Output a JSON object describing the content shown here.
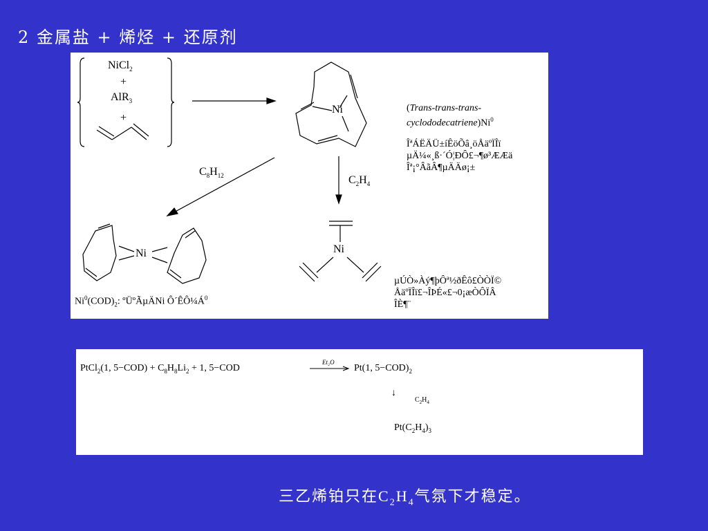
{
  "slide": {
    "title": "2  金属盐 + 烯烃 + 还原剂",
    "caption_prefix": "三乙烯铂只在C",
    "caption_sub1": "2",
    "caption_mid": "H",
    "caption_sub2": "4",
    "caption_suffix": "气氛下才稳定。"
  },
  "panel1": {
    "reactant_nicl": "NiCl",
    "reactant_nicl_sub": "2",
    "plus": "+",
    "reactant_alr": "AlR",
    "reactant_alr_sub": "3",
    "ni_label": "Ni",
    "cdt_name_line1_open": "(",
    "cdt_name_line1_italic": "Trans-trans-trans-",
    "cdt_name_line2_italic": "cyclododecatriene",
    "cdt_name_line2_close": ")Ni",
    "cdt_name_sup": "0",
    "garbled_note_1": [
      "ÎªÁËÄÜ±íÊöÕâ¸öÅäºÏÎï",
      "µÄ¼«¸ß·´Ó¦ÐÔ£¬¶ø³ÆÆä",
      "Îª¡°ÂãÂ¶µÄÄø¡±"
    ],
    "reagent_c8_main": "C",
    "reagent_c8_sub1": "8",
    "reagent_c8_h": "H",
    "reagent_c8_sub2": "12",
    "reagent_c2_main": "C",
    "reagent_c2_sub1": "2",
    "reagent_c2_h": "H",
    "reagent_c2_sub2": "4",
    "cod_label_ni": "Ni",
    "cod_label_sup": "0",
    "cod_label_rest": "(COD)",
    "cod_label_sub": "2",
    "cod_label_garbled": ": ºÜºÃµÄNi  Ô´ÊÔ¼Á",
    "cod_label_sup2": "0",
    "garbled_note_2": [
      "µÚÒ»Àý¶þÔª½ðÊô£­ÒÒÏ©",
      "ÅäºÏÎï£¬ÎÞÉ«£¬0¡æÒÔÏÂ",
      "ÎÈ¶¨"
    ]
  },
  "panel2": {
    "eq_part1": "PtCl",
    "eq_sub1": "2",
    "eq_part2": "(1, 5−COD) + C",
    "eq_sub2": "8",
    "eq_part3": "H",
    "eq_sub3": "8",
    "eq_part4": "Li",
    "eq_sub4": "2",
    "eq_part5": " + 1, 5−COD",
    "eq_arrow_label": "Et₂O",
    "eq_product": "Pt(1, 5−COD)",
    "eq_product_sub": "2",
    "down_arrow": "↓",
    "down_reagent": "C",
    "down_reagent_sub1": "2",
    "down_reagent_h": "H",
    "down_reagent_sub2": "4",
    "final_product": "Pt(C",
    "final_sub1": "2",
    "final_h": "H",
    "final_sub2": "4",
    "final_close": ")",
    "final_sub3": "3"
  }
}
